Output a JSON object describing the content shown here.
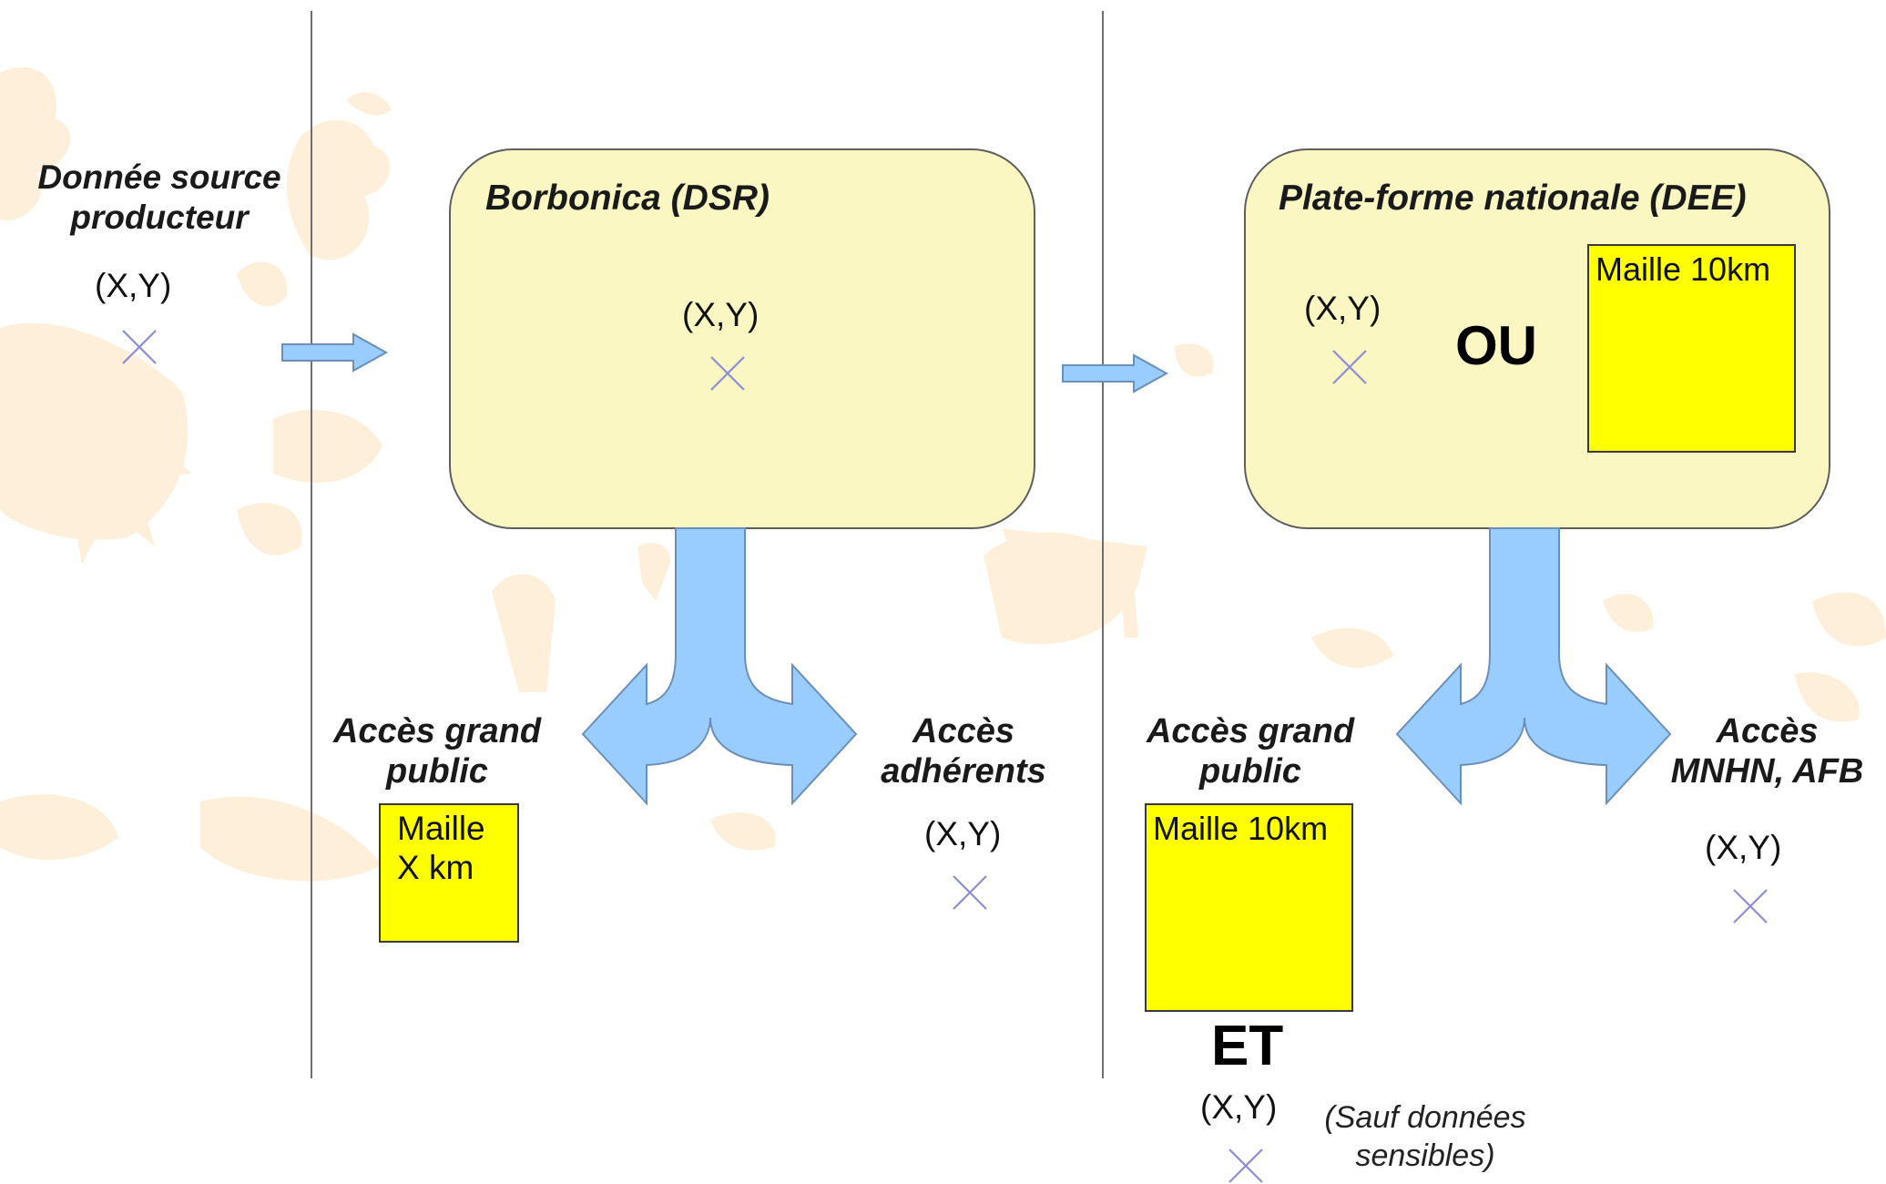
{
  "source": {
    "title_line1": "Donnée source",
    "title_line2": "producteur",
    "coords": "(X,Y)"
  },
  "borbonica": {
    "title": "Borbonica (DSR)",
    "coords": "(X,Y)",
    "public": {
      "label_line1": "Accès grand",
      "label_line2": "public",
      "cell_line1": "Maille",
      "cell_line2": "X km"
    },
    "members": {
      "label_line1": "Accès",
      "label_line2": "adhérents",
      "coords": "(X,Y)"
    }
  },
  "national": {
    "title": "Plate-forme nationale (DEE)",
    "coords": "(X,Y)",
    "or_text": "OU",
    "cell": "Maille 10km",
    "public": {
      "label_line1": "Accès grand",
      "label_line2": "public",
      "cell": "Maille 10km",
      "and_text": "ET",
      "coords": "(X,Y)",
      "note_line1": "(Sauf données",
      "note_line2": "sensibles)"
    },
    "mnhn": {
      "label_line1": "Accès",
      "label_line2": "MNHN, AFB",
      "coords": "(X,Y)"
    }
  },
  "colors": {
    "box_fill": "#fbf7c2",
    "highlight": "#ffff00",
    "arrow": "#99ccff",
    "cross": "#8c8cd8",
    "decor": "#fdefd9"
  }
}
